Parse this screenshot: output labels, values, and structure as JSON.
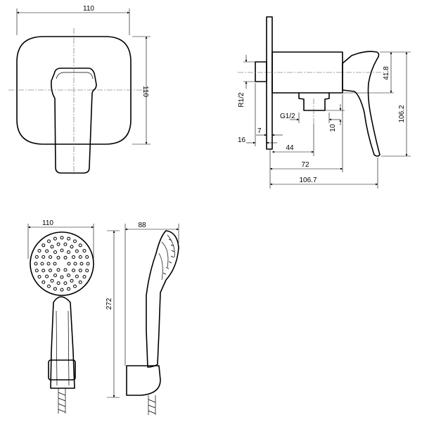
{
  "views": {
    "front_plate": {
      "width": "110",
      "height": "110"
    },
    "side_body": {
      "thread_inlet": "R1/2",
      "thread_outlet": "G1/2",
      "depth_7": "7",
      "depth_16": "16",
      "offset_10": "10",
      "length_44": "44",
      "length_72": "72",
      "length_106_7": "106.7",
      "height_41_8": "41.8",
      "height_106_2": "106.2"
    },
    "hand_shower": {
      "width": "110",
      "depth": "88",
      "length": "272"
    }
  }
}
